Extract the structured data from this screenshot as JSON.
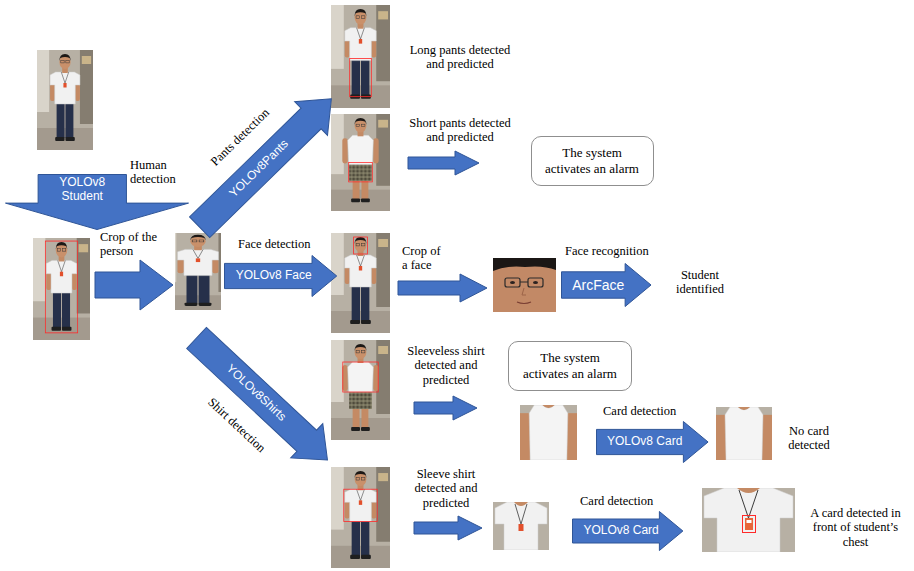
{
  "diagram": {
    "nodes": [
      {
        "text": [
          "YOLOv8 Student"
        ]
      },
      {
        "text": [
          "YOLOv8Pants"
        ]
      },
      {
        "text": [
          "YOLOv8 Face"
        ]
      },
      {
        "text": [
          "The system activates an alarm"
        ]
      },
      {
        "text": [
          "ArcFace"
        ]
      },
      {
        "text": [
          "YOLOv8Shirts"
        ]
      },
      {
        "text": [
          "The system activates an alarm"
        ]
      },
      {
        "text": [
          "YOLOv8 Card"
        ]
      },
      {
        "text": [
          "YOLOv8 Card"
        ]
      }
    ],
    "labels": [
      "Human detection",
      "Crop of the person",
      "Pants detection",
      "Long pants detected and predicted",
      "Short pants detected and predicted",
      "Face detection",
      "Crop of a face",
      "Face recognition",
      "Student identified",
      "Shirt detection",
      "Sleeveless shirt detected and predicted",
      "Card detection",
      "No card detected",
      "Sleeve shirt detected and predicted",
      "Card detection",
      "A card detected in front of student’s chest"
    ]
  }
}
